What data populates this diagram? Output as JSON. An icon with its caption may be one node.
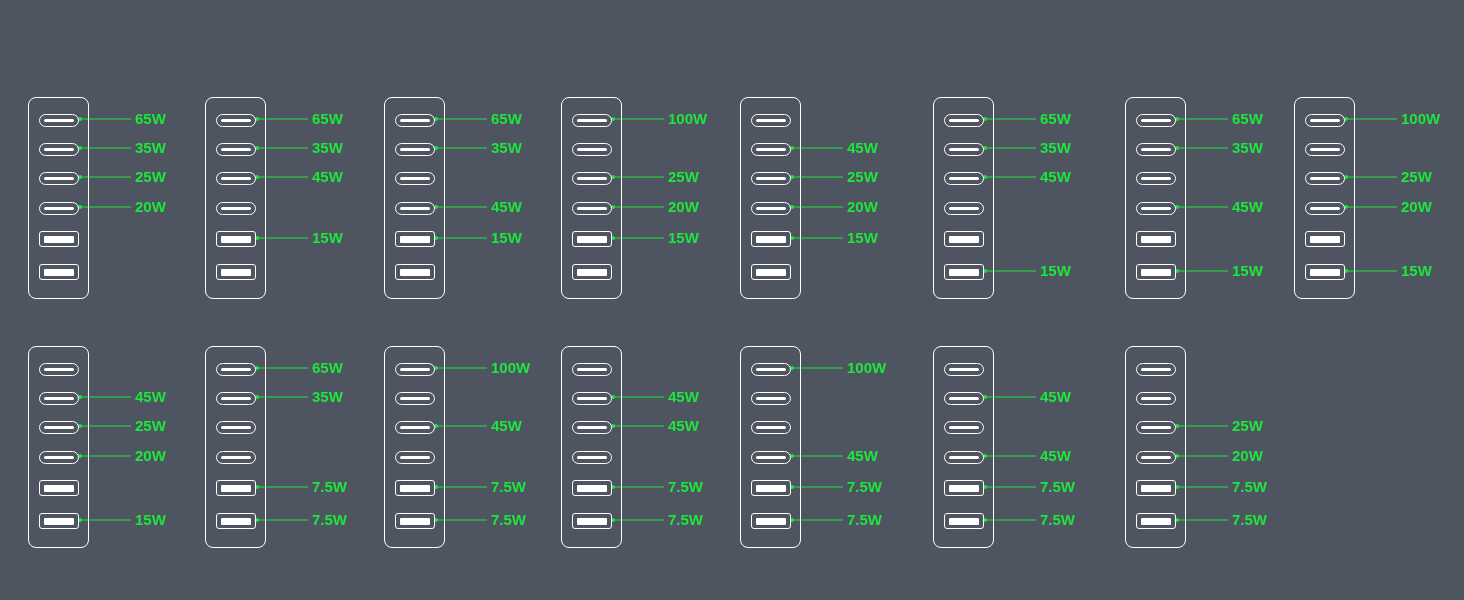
{
  "diagram": {
    "nodes": [
      {
        "text": [],
        "shape": "box"
      },
      {
        "text": [],
        "shape": "capsule",
        "in": 0
      },
      {
        "text": [],
        "shape": "capsule",
        "in": 0
      },
      {
        "text": [],
        "shape": "capsule",
        "in": 0
      },
      {
        "text": [],
        "shape": "capsule",
        "in": 0
      },
      {
        "text": [],
        "shape": "rectangle",
        "in": 0
      },
      {
        "text": [],
        "shape": "rectangle",
        "in": 0
      },
      {
        "text": [
          "65W"
        ]
      },
      {
        "text": [
          "35W"
        ]
      },
      {
        "text": [
          "25W"
        ]
      },
      {
        "text": [
          "20W"
        ]
      },
      {
        "text": [],
        "shape": "box"
      },
      {
        "text": [],
        "shape": "capsule",
        "in": 11
      },
      {
        "text": [],
        "shape": "capsule",
        "in": 11
      },
      {
        "text": [],
        "shape": "capsule",
        "in": 11
      },
      {
        "text": [],
        "shape": "capsule",
        "in": 11
      },
      {
        "text": [],
        "shape": "rectangle",
        "in": 11
      },
      {
        "text": [],
        "shape": "rectangle",
        "in": 11
      },
      {
        "text": [
          "65W"
        ]
      },
      {
        "text": [
          "35W"
        ]
      },
      {
        "text": [
          "45W"
        ]
      },
      {
        "text": [
          "15W"
        ]
      },
      {
        "text": [],
        "shape": "box"
      },
      {
        "text": [],
        "shape": "capsule",
        "in": 22
      },
      {
        "text": [],
        "shape": "capsule",
        "in": 22
      },
      {
        "text": [],
        "shape": "capsule",
        "in": 22
      },
      {
        "text": [],
        "shape": "capsule",
        "in": 22
      },
      {
        "text": [],
        "shape": "rectangle",
        "in": 22
      },
      {
        "text": [],
        "shape": "rectangle",
        "in": 22
      },
      {
        "text": [
          "65W"
        ]
      },
      {
        "text": [
          "35W"
        ]
      },
      {
        "text": [
          "45W"
        ]
      },
      {
        "text": [
          "15W"
        ]
      },
      {
        "text": [],
        "shape": "box"
      },
      {
        "text": [],
        "shape": "capsule",
        "in": 33
      },
      {
        "text": [],
        "shape": "capsule",
        "in": 33
      },
      {
        "text": [],
        "shape": "capsule",
        "in": 33
      },
      {
        "text": [],
        "shape": "capsule",
        "in": 33
      },
      {
        "text": [],
        "shape": "rectangle",
        "in": 33
      },
      {
        "text": [],
        "shape": "rectangle",
        "in": 33
      },
      {
        "text": [
          "100W"
        ]
      },
      {
        "text": [
          "25W"
        ]
      },
      {
        "text": [
          "20W"
        ]
      },
      {
        "text": [
          "15W"
        ]
      },
      {
        "text": [],
        "shape": "box"
      },
      {
        "text": [],
        "shape": "capsule",
        "in": 44
      },
      {
        "text": [],
        "shape": "capsule",
        "in": 44
      },
      {
        "text": [],
        "shape": "capsule",
        "in": 44
      },
      {
        "text": [],
        "shape": "capsule",
        "in": 44
      },
      {
        "text": [],
        "shape": "rectangle",
        "in": 44
      },
      {
        "text": [],
        "shape": "rectangle",
        "in": 44
      },
      {
        "text": [
          "45W"
        ]
      },
      {
        "text": [
          "25W"
        ]
      },
      {
        "text": [
          "20W"
        ]
      },
      {
        "text": [
          "15W"
        ]
      },
      {
        "text": [],
        "shape": "box"
      },
      {
        "text": [],
        "shape": "capsule",
        "in": 55
      },
      {
        "text": [],
        "shape": "capsule",
        "in": 55
      },
      {
        "text": [],
        "shape": "capsule",
        "in": 55
      },
      {
        "text": [],
        "shape": "capsule",
        "in": 55
      },
      {
        "text": [],
        "shape": "rectangle",
        "in": 55
      },
      {
        "text": [],
        "shape": "rectangle",
        "in": 55
      },
      {
        "text": [
          "65W"
        ]
      },
      {
        "text": [
          "35W"
        ]
      },
      {
        "text": [
          "45W"
        ]
      },
      {
        "text": [
          "15W"
        ]
      },
      {
        "text": [],
        "shape": "box"
      },
      {
        "text": [],
        "shape": "capsule",
        "in": 66
      },
      {
        "text": [],
        "shape": "capsule",
        "in": 66
      },
      {
        "text": [],
        "shape": "capsule",
        "in": 66
      },
      {
        "text": [],
        "shape": "capsule",
        "in": 66
      },
      {
        "text": [],
        "shape": "rectangle",
        "in": 66
      },
      {
        "text": [],
        "shape": "rectangle",
        "in": 66
      },
      {
        "text": [
          "65W"
        ]
      },
      {
        "text": [
          "35W"
        ]
      },
      {
        "text": [
          "45W"
        ]
      },
      {
        "text": [
          "15W"
        ]
      },
      {
        "text": [],
        "shape": "box"
      },
      {
        "text": [],
        "shape": "capsule",
        "in": 77
      },
      {
        "text": [],
        "shape": "capsule",
        "in": 77
      },
      {
        "text": [],
        "shape": "capsule",
        "in": 77
      },
      {
        "text": [],
        "shape": "capsule",
        "in": 77
      },
      {
        "text": [],
        "shape": "rectangle",
        "in": 77
      },
      {
        "text": [],
        "shape": "rectangle",
        "in": 77
      },
      {
        "text": [
          "100W"
        ]
      },
      {
        "text": [
          "25W"
        ]
      },
      {
        "text": [
          "20W"
        ]
      },
      {
        "text": [
          "15W"
        ]
      },
      {
        "text": [],
        "shape": "box"
      },
      {
        "text": [],
        "shape": "capsule",
        "in": 88
      },
      {
        "text": [],
        "shape": "capsule",
        "in": 88
      },
      {
        "text": [],
        "shape": "capsule",
        "in": 88
      },
      {
        "text": [],
        "shape": "capsule",
        "in": 88
      },
      {
        "text": [],
        "shape": "rectangle",
        "in": 88
      },
      {
        "text": [],
        "shape": "rectangle",
        "in": 88
      },
      {
        "text": [
          "45W"
        ]
      },
      {
        "text": [
          "25W"
        ]
      },
      {
        "text": [
          "20W"
        ]
      },
      {
        "text": [
          "15W"
        ]
      },
      {
        "text": [],
        "shape": "box"
      },
      {
        "text": [],
        "shape": "capsule",
        "in": 99
      },
      {
        "text": [],
        "shape": "capsule",
        "in": 99
      },
      {
        "text": [],
        "shape": "capsule",
        "in": 99
      },
      {
        "text": [],
        "shape": "capsule",
        "in": 99
      },
      {
        "text": [],
        "shape": "rectangle",
        "in": 99
      },
      {
        "text": [],
        "shape": "rectangle",
        "in": 99
      },
      {
        "text": [
          "65W"
        ]
      },
      {
        "text": [
          "35W"
        ]
      },
      {
        "text": [
          "7.5W"
        ]
      },
      {
        "text": [
          "7.5W"
        ]
      },
      {
        "text": [],
        "shape": "box"
      },
      {
        "text": [],
        "shape": "capsule",
        "in": 110
      },
      {
        "text": [],
        "shape": "capsule",
        "in": 110
      },
      {
        "text": [],
        "shape": "capsule",
        "in": 110
      },
      {
        "text": [],
        "shape": "capsule",
        "in": 110
      },
      {
        "text": [],
        "shape": "rectangle",
        "in": 110
      },
      {
        "text": [],
        "shape": "rectangle",
        "in": 110
      },
      {
        "text": [
          "100W"
        ]
      },
      {
        "text": [
          "45W"
        ]
      },
      {
        "text": [
          "7.5W"
        ]
      },
      {
        "text": [
          "7.5W"
        ]
      },
      {
        "text": [],
        "shape": "box"
      },
      {
        "text": [],
        "shape": "capsule",
        "in": 121
      },
      {
        "text": [],
        "shape": "capsule",
        "in": 121
      },
      {
        "text": [],
        "shape": "capsule",
        "in": 121
      },
      {
        "text": [],
        "shape": "capsule",
        "in": 121
      },
      {
        "text": [],
        "shape": "rectangle",
        "in": 121
      },
      {
        "text": [],
        "shape": "rectangle",
        "in": 121
      },
      {
        "text": [
          "45W"
        ]
      },
      {
        "text": [
          "45W"
        ]
      },
      {
        "text": [
          "7.5W"
        ]
      },
      {
        "text": [
          "7.5W"
        ]
      },
      {
        "text": [],
        "shape": "box"
      },
      {
        "text": [],
        "shape": "capsule",
        "in": 132
      },
      {
        "text": [],
        "shape": "capsule",
        "in": 132
      },
      {
        "text": [],
        "shape": "capsule",
        "in": 132
      },
      {
        "text": [],
        "shape": "capsule",
        "in": 132
      },
      {
        "text": [],
        "shape": "rectangle",
        "in": 132
      },
      {
        "text": [],
        "shape": "rectangle",
        "in": 132
      },
      {
        "text": [
          "100W"
        ]
      },
      {
        "text": [
          "45W"
        ]
      },
      {
        "text": [
          "7.5W"
        ]
      },
      {
        "text": [
          "7.5W"
        ]
      },
      {
        "text": [],
        "shape": "box"
      },
      {
        "text": [],
        "shape": "capsule",
        "in": 143
      },
      {
        "text": [],
        "shape": "capsule",
        "in": 143
      },
      {
        "text": [],
        "shape": "capsule",
        "in": 143
      },
      {
        "text": [],
        "shape": "capsule",
        "in": 143
      },
      {
        "text": [],
        "shape": "rectangle",
        "in": 143
      },
      {
        "text": [],
        "shape": "rectangle",
        "in": 143
      },
      {
        "text": [
          "45W"
        ]
      },
      {
        "text": [
          "45W"
        ]
      },
      {
        "text": [
          "7.5W"
        ]
      },
      {
        "text": [
          "7.5W"
        ]
      },
      {
        "text": [],
        "shape": "box"
      },
      {
        "text": [],
        "shape": "capsule",
        "in": 154
      },
      {
        "text": [],
        "shape": "capsule",
        "in": 154
      },
      {
        "text": [],
        "shape": "capsule",
        "in": 154
      },
      {
        "text": [],
        "shape": "capsule",
        "in": 154
      },
      {
        "text": [],
        "shape": "rectangle",
        "in": 154
      },
      {
        "text": [],
        "shape": "rectangle",
        "in": 154
      },
      {
        "text": [
          "25W"
        ]
      },
      {
        "text": [
          "20W"
        ]
      },
      {
        "text": [
          "7.5W"
        ]
      },
      {
        "text": [
          "7.5W"
        ]
      }
    ],
    "edges": [
      {
        "from": 7,
        "to": 1,
        "arrow": "other"
      },
      {
        "from": 8,
        "to": 2,
        "arrow": "other"
      },
      {
        "from": 9,
        "to": 3,
        "arrow": "other"
      },
      {
        "from": 10,
        "to": 4,
        "arrow": "other"
      },
      {
        "from": 18,
        "to": 12,
        "arrow": "other"
      },
      {
        "from": 19,
        "to": 13,
        "arrow": "other"
      },
      {
        "from": 20,
        "to": 14,
        "arrow": "other"
      },
      {
        "from": 21,
        "to": 16,
        "arrow": "other"
      },
      {
        "from": 29,
        "to": 23,
        "arrow": "other"
      },
      {
        "from": 30,
        "to": 24,
        "arrow": "other"
      },
      {
        "from": 31,
        "to": 26,
        "arrow": "other"
      },
      {
        "from": 32,
        "to": 27,
        "arrow": "other"
      },
      {
        "from": 40,
        "to": 34,
        "arrow": "other"
      },
      {
        "from": 41,
        "to": 36,
        "arrow": "other"
      },
      {
        "from": 42,
        "to": 37,
        "arrow": "other"
      },
      {
        "from": 43,
        "to": 38,
        "arrow": "other"
      },
      {
        "from": 51,
        "to": 46,
        "arrow": "other"
      },
      {
        "from": 52,
        "to": 47,
        "arrow": "other"
      },
      {
        "from": 53,
        "to": 48,
        "arrow": "other"
      },
      {
        "from": 54,
        "to": 49,
        "arrow": "other"
      },
      {
        "from": 62,
        "to": 56,
        "arrow": "other"
      },
      {
        "from": 63,
        "to": 57,
        "arrow": "other"
      },
      {
        "from": 64,
        "to": 58,
        "arrow": "other"
      },
      {
        "from": 65,
        "to": 61,
        "arrow": "other"
      },
      {
        "from": 73,
        "to": 67,
        "arrow": "other"
      },
      {
        "from": 74,
        "to": 68,
        "arrow": "other"
      },
      {
        "from": 75,
        "to": 70,
        "arrow": "other"
      },
      {
        "from": 76,
        "to": 72,
        "arrow": "other"
      },
      {
        "from": 84,
        "to": 78,
        "arrow": "other"
      },
      {
        "from": 85,
        "to": 80,
        "arrow": "other"
      },
      {
        "from": 86,
        "to": 81,
        "arrow": "other"
      },
      {
        "from": 87,
        "to": 83,
        "arrow": "other"
      },
      {
        "from": 95,
        "to": 90,
        "arrow": "other"
      },
      {
        "from": 96,
        "to": 91,
        "arrow": "other"
      },
      {
        "from": 97,
        "to": 92,
        "arrow": "other"
      },
      {
        "from": 98,
        "to": 94,
        "arrow": "other"
      },
      {
        "from": 106,
        "to": 100,
        "arrow": "other"
      },
      {
        "from": 107,
        "to": 101,
        "arrow": "other"
      },
      {
        "from": 108,
        "to": 104,
        "arrow": "other"
      },
      {
        "from": 109,
        "to": 105,
        "arrow": "other"
      },
      {
        "from": 117,
        "to": 111,
        "arrow": "other"
      },
      {
        "from": 118,
        "to": 113,
        "arrow": "other"
      },
      {
        "from": 119,
        "to": 115,
        "arrow": "other"
      },
      {
        "from": 120,
        "to": 116,
        "arrow": "other"
      },
      {
        "from": 128,
        "to": 123,
        "arrow": "other"
      },
      {
        "from": 129,
        "to": 124,
        "arrow": "other"
      },
      {
        "from": 130,
        "to": 126,
        "arrow": "other"
      },
      {
        "from": 131,
        "to": 127,
        "arrow": "other"
      },
      {
        "from": 139,
        "to": 133,
        "arrow": "other"
      },
      {
        "from": 140,
        "to": 136,
        "arrow": "other"
      },
      {
        "from": 141,
        "to": 137,
        "arrow": "other"
      },
      {
        "from": 142,
        "to": 138,
        "arrow": "other"
      },
      {
        "from": 150,
        "to": 145,
        "arrow": "other"
      },
      {
        "from": 151,
        "to": 147,
        "arrow": "other"
      },
      {
        "from": 152,
        "to": 148,
        "arrow": "other"
      },
      {
        "from": 153,
        "to": 149,
        "arrow": "other"
      },
      {
        "from": 161,
        "to": 157,
        "arrow": "other"
      },
      {
        "from": 162,
        "to": 158,
        "arrow": "other"
      },
      {
        "from": 163,
        "to": 159,
        "arrow": "other"
      },
      {
        "from": 164,
        "to": 160,
        "arrow": "other"
      }
    ]
  }
}
